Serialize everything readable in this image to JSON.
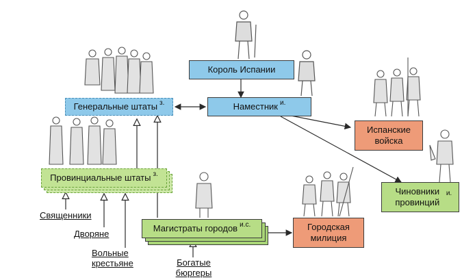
{
  "boxes": {
    "king": "Король Испании",
    "general_states": "Генеральные штаты",
    "general_states_mark": "з.",
    "viceroy": "Наместник",
    "viceroy_mark": "и.",
    "spanish_troops": "Испанские войска",
    "provincial_states": "Провинциальные штаты",
    "provincial_states_mark": "з.",
    "officials": "Чиновники провинций",
    "officials_mark": "и.",
    "magistrates": "Магистраты городов",
    "magistrates_mark": "и.с.",
    "militia": "Городская милиция"
  },
  "estates": {
    "clergy": "Священники",
    "nobles": "Дворяне",
    "free_peasants": "Вольные крестьяне",
    "rich_burghers": "Богатые бюргеры"
  },
  "colors": {
    "blue_box": "#8ec9ea",
    "orange_box": "#ee9b78",
    "green_box": "#b7dd86",
    "line": "#2a2a2a"
  }
}
